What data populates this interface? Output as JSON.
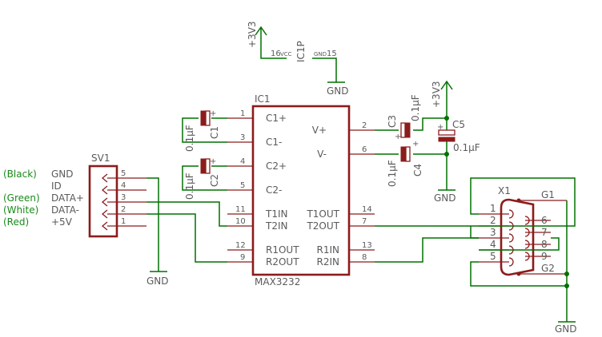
{
  "ic1": {
    "name": "IC1",
    "value": "MAX3232",
    "pins_left": [
      "C1+",
      "C1-",
      "C2+",
      "C2-",
      "T1IN",
      "T2IN",
      "R1OUT",
      "R2OUT"
    ],
    "pins_left_nums": [
      "1",
      "3",
      "4",
      "5",
      "11",
      "10",
      "12",
      "9"
    ],
    "pins_right": [
      "V+",
      "V-",
      "T1OUT",
      "T2OUT",
      "R1IN",
      "R2IN"
    ],
    "pins_right_nums": [
      "2",
      "6",
      "14",
      "7",
      "13",
      "8"
    ]
  },
  "ic1p": {
    "name": "IC1P",
    "vcc_pin": "16",
    "vcc_label": "VCC",
    "gnd_pin": "15",
    "gnd_label": "GND"
  },
  "power": {
    "supply": "+3V3",
    "ground": "GND"
  },
  "caps": [
    {
      "name": "C1",
      "value": "0.1µF",
      "plus": "+"
    },
    {
      "name": "C2",
      "value": "0.1µF",
      "plus": "+"
    },
    {
      "name": "C3",
      "value": "0.1µF",
      "plus": "+"
    },
    {
      "name": "C4",
      "value": "0.1µF",
      "plus": "+"
    },
    {
      "name": "C5",
      "value": "0.1µF",
      "plus": "+"
    }
  ],
  "sv1": {
    "name": "SV1",
    "pin_nums": [
      "5",
      "4",
      "3",
      "2",
      "1"
    ],
    "signals": [
      "GND",
      "ID",
      "DATA+",
      "DATA-",
      "+5V"
    ],
    "colors": [
      "(Black)",
      "(Green)",
      "(White)",
      "(Red)"
    ]
  },
  "x1": {
    "name": "X1",
    "left_nums": [
      "1",
      "2",
      "3",
      "4",
      "5"
    ],
    "right_nums": [
      "6",
      "7",
      "8",
      "9"
    ],
    "shield": [
      "G1",
      "G2"
    ]
  }
}
